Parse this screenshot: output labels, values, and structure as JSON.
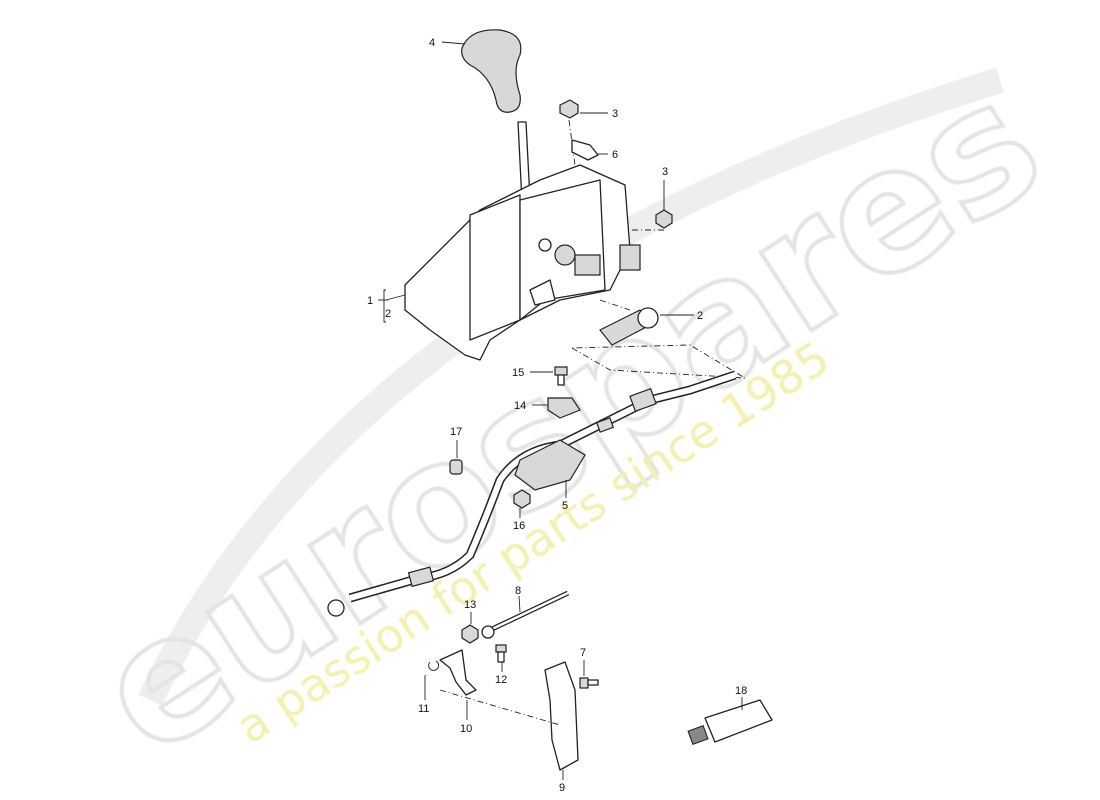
{
  "watermark": {
    "brand": "eurospares",
    "tagline": "a passion for parts since 1985",
    "brand_color": "#e4e4e4",
    "tagline_color": "#f3f0b0"
  },
  "callouts": [
    {
      "id": "c4",
      "text": "4"
    },
    {
      "id": "c3a",
      "text": "3"
    },
    {
      "id": "c6",
      "text": "6"
    },
    {
      "id": "c3b",
      "text": "3"
    },
    {
      "id": "c1",
      "text": "1"
    },
    {
      "id": "c2a",
      "text": "2"
    },
    {
      "id": "c2b",
      "text": "2"
    },
    {
      "id": "c15",
      "text": "15"
    },
    {
      "id": "c14",
      "text": "14"
    },
    {
      "id": "c17",
      "text": "17"
    },
    {
      "id": "c5",
      "text": "5"
    },
    {
      "id": "c16",
      "text": "16"
    },
    {
      "id": "c8",
      "text": "8"
    },
    {
      "id": "c13",
      "text": "13"
    },
    {
      "id": "c7",
      "text": "7"
    },
    {
      "id": "c12",
      "text": "12"
    },
    {
      "id": "c11",
      "text": "11"
    },
    {
      "id": "c10",
      "text": "10"
    },
    {
      "id": "c9",
      "text": "9"
    },
    {
      "id": "c18",
      "text": "18"
    }
  ]
}
